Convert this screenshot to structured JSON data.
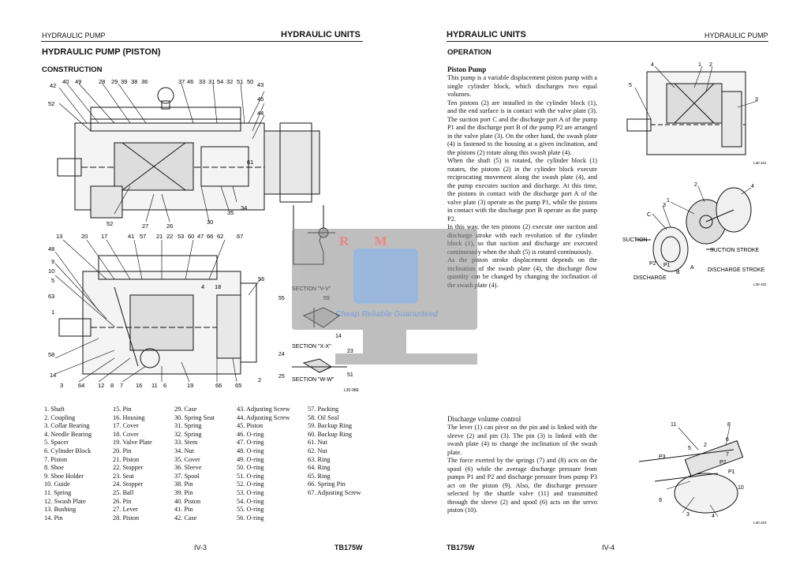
{
  "left_page": {
    "header_left": "HYDRAULIC PUMP",
    "header_right": "HYDRAULIC UNITS",
    "title": "HYDRAULIC PUMP (PISTON)",
    "section": "CONSTRUCTION",
    "drawing_labels_top": [
      "42",
      "40",
      "49",
      "28",
      "29",
      "39",
      "38",
      "36",
      "37",
      "46",
      "33",
      "31",
      "54",
      "32",
      "51",
      "50",
      "43",
      "52",
      "45",
      "44",
      "61",
      "52",
      "27",
      "26",
      "30",
      "35",
      "34"
    ],
    "drawing_labels_bottom": [
      "13",
      "20",
      "17",
      "41",
      "57",
      "21",
      "22",
      "53",
      "60",
      "47",
      "66",
      "62",
      "67",
      "48",
      "9",
      "10",
      "5",
      "63",
      "1",
      "58",
      "14",
      "3",
      "64",
      "12",
      "8",
      "7",
      "16",
      "11",
      "6",
      "19",
      "66",
      "65",
      "2",
      "56",
      "4",
      "18"
    ],
    "sections": {
      "vv": "SECTION \"V-V\"",
      "xx": "SECTION \"X-X\"",
      "ww": "SECTION \"W-W\""
    },
    "section_labels": [
      "55",
      "59",
      "14",
      "23",
      "24",
      "25",
      "51"
    ],
    "drawing_code": "L30-98E",
    "legend": [
      [
        "1. Shaft",
        "2. Coupling",
        "3. Collar Bearing",
        "4. Needle Bearing",
        "5. Spacer",
        "6. Cylinder Block",
        "7. Piston",
        "8. Shoe",
        "9. Shoe Holder",
        "10. Guide",
        "11. Spring",
        "12. Swash Plate",
        "13. Bushing",
        "14. Pin"
      ],
      [
        "15. Pin",
        "16. Housing",
        "17. Cover",
        "18. Cover",
        "19. Valve Plate",
        "20. Pin",
        "21. Piston",
        "22. Stopper",
        "23. Seat",
        "24. Stopper",
        "25. Ball",
        "26. Pin",
        "27. Lever",
        "28. Piston"
      ],
      [
        "29. Case",
        "30. Spring Seat",
        "31. Spring",
        "32. Spring",
        "33. Stem",
        "34. Nut",
        "35. Cover",
        "36. Sleeve",
        "37. Spool",
        "38. Pin",
        "39. Pin",
        "40. Piston",
        "41. Pin",
        "42. Case"
      ],
      [
        "43. Adjusting Screw",
        "44. Adjusting Screw",
        "45. Piston",
        "46. O-ring",
        "47. O-ring",
        "48. O-ring",
        "49. O-ring",
        "50. O-ring",
        "51. O-ring",
        "52. O-ring",
        "53. O-ring",
        "54. O-ring",
        "55. O-ring",
        "56. O-ring"
      ],
      [
        "57. Packing",
        "58. Oil Seal",
        "59. Backup Ring",
        "60. Backup Ring",
        "61. Nut",
        "62. Nut",
        "63. Ring",
        "64. Ring",
        "65. Ring",
        "66. Spring Pin",
        "67. Adjusting Screw"
      ]
    ],
    "footer_page": "IV-3",
    "footer_model": "TB175W"
  },
  "right_page": {
    "header_left": "HYDRAULIC UNITS",
    "header_right": "HYDRAULIC PUMP",
    "section": "OPERATION",
    "subtitle1": "Piston Pump",
    "para1": [
      "This pump is a variable displacement piston pump with a single cylinder block, which discharges two equal volumes.",
      "Ten pistons (2) are installed in the cylinder block (1), and the end surface is in contact with the valve plate (3). The suction port C and the discharge port A of the pump P1 and the discharge port B of the pump P2 are arranged in the valve plate (3). On the other hand, the swash plate (4) is fastened to the housing at a given inclination, and the pistons (2) rotate along this swash plate (4).",
      "When the shaft (5) is rotated, the cylinder block (1) rotates, the pistons (2) in the cylinder block execute reciprocating movement along the swash plate (4), and the pump executes suction and discharge. At this time, the pistons in contact with the discharge port A of the valve plate (3) operate as the pump P1, while the pistons in contact with the discharge port B operate as the pump P2.",
      "In this way, the ten pistons (2) execute one suction and discharge stroke with each revolution of the cylinder block (1), so that suction and discharge are executed continuously when the shaft (5) is rotated continuously.",
      "As the piston stroke displacement depends on the inclination of the swash plate (4), the discharge flow quantity can be changed by changing the inclination of the swash plate (4)."
    ],
    "subtitle2": "Discharge volume control",
    "para2": [
      "The lever (1) can pivot on the pin and is linked with the sleeve (2) and pin (3). The pin (3) is linked with the swash plate (4) to change the inclination of the swash plate.",
      "The force exerted by the springs (7) and (8) acts on the spool (6) while the average discharge pressure from pumps P1 and P2 and discharge pressure from pump P3 act on the piston (9). Also, the discharge pressure selected by the shuttle valve (11) and transmitted through the sleeve (2) and spool (6) acts on the servo piston (10)."
    ],
    "fig1_labels": [
      "4",
      "1",
      "2",
      "3",
      "5"
    ],
    "fig1_code": "L30-101",
    "fig2_labels": [
      "2",
      "4",
      "1",
      "C",
      "3",
      "B",
      "A",
      "P2",
      "P1"
    ],
    "fig2_text": {
      "suction": "SUCTION",
      "discharge": "DISCHARGE",
      "suction_stroke": "SUCTION STROKE",
      "discharge_stroke": "DISCHARGE STROKE"
    },
    "fig2_code": "L30-102",
    "fig3_labels": [
      "11",
      "8",
      "P3",
      "6",
      "7",
      "P2",
      "P1",
      "10",
      "9",
      "3",
      "5",
      "4",
      "2"
    ],
    "fig3_code": "L30-103",
    "footer_model": "TB175W",
    "footer_page": "IV-4"
  },
  "watermark": {
    "brand": "R M",
    "tagline": "Cheap Reliable Guaranteed"
  }
}
